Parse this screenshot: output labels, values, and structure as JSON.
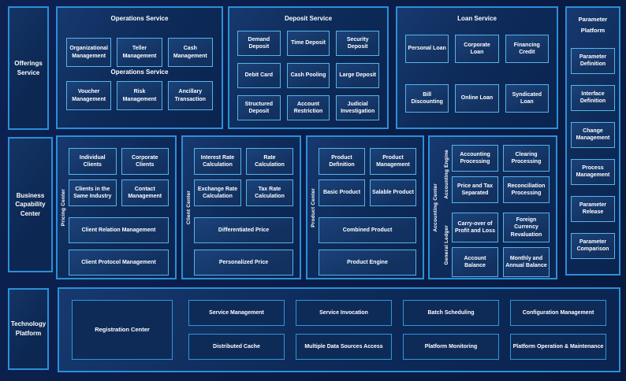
{
  "left_rail": {
    "offerings_label": "Offerings Service",
    "business_label": "Business Capability Center",
    "technology_label": "Technology Platform"
  },
  "operations": {
    "title": "Operations Service",
    "mid_label": "Operations Service",
    "row1": [
      "Organizational Management",
      "Teller Management",
      "Cash Management"
    ],
    "row2": [
      "Voucher Management",
      "Risk Management",
      "Ancillary Transaction"
    ]
  },
  "deposit": {
    "title": "Deposit Service",
    "items": [
      "Demand Deposit",
      "Time Deposit",
      "Security Deposit",
      "Debit Card",
      "Cash Pooling",
      "Large Deposit",
      "Structured Deposit",
      "Account Restriction",
      "Judicial Investigation"
    ]
  },
  "loan": {
    "title": "Loan Service",
    "items": [
      "Personal Loan",
      "Corporate Loan",
      "Financing Credit",
      "Bill Discounting",
      "Online Loan",
      "Syndicated Loan"
    ]
  },
  "parameter_platform": {
    "title": "Parameter Platform",
    "items": [
      "Parameter Definition",
      "Interface Definition",
      "Change Management",
      "Process Management",
      "Parameter Release",
      "Parameter Comparison"
    ]
  },
  "pricing_center": {
    "label": "Pricing Center",
    "small": [
      "Individual Clients",
      "Corporate Clients",
      "Clients in the Same Industry",
      "Contact Management"
    ],
    "wide": [
      "Client Relation Management",
      "Client Protocol Management"
    ]
  },
  "client_center": {
    "label": "Client Center",
    "small": [
      "Interest Rate Calculation",
      "Rate Calculation",
      "Exchange Rate Calculation",
      "Tax Rate Calculation"
    ],
    "wide": [
      "Differentiated Price",
      "Personalized Price"
    ]
  },
  "product_center": {
    "label": "Product Center",
    "small": [
      "Product Definition",
      "Product Management",
      "Basic Product",
      "Salable Product"
    ],
    "wide": [
      "Combined Product",
      "Product Engine"
    ]
  },
  "accounting_center": {
    "label": "Accounting Center",
    "groups": [
      {
        "label": "Accounting Engine",
        "items": [
          "Accounting Processing",
          "Clearing Processing",
          "Price and Tax Separated",
          "Reconciliation Processing"
        ]
      },
      {
        "label": "General Ledger",
        "items": [
          "Carry-over of Profit and Loss",
          "Foreign Currency Revaluation",
          "Account Balance",
          "Monthly and Annual Balance"
        ]
      }
    ]
  },
  "technology": {
    "registration": "Registration Center",
    "items": [
      "Service Management",
      "Service Invocation",
      "Batch Scheduling",
      "Configuration Management",
      "Distributed Cache",
      "Multiple Data Sources Access",
      "Platform Monitoring",
      "Platform Operation & Maintenance"
    ]
  },
  "colors": {
    "page_background": "#0a1d47",
    "panel_border": "#2b8fd9",
    "box_border": "#55b4ea",
    "text": "#ffffff"
  }
}
